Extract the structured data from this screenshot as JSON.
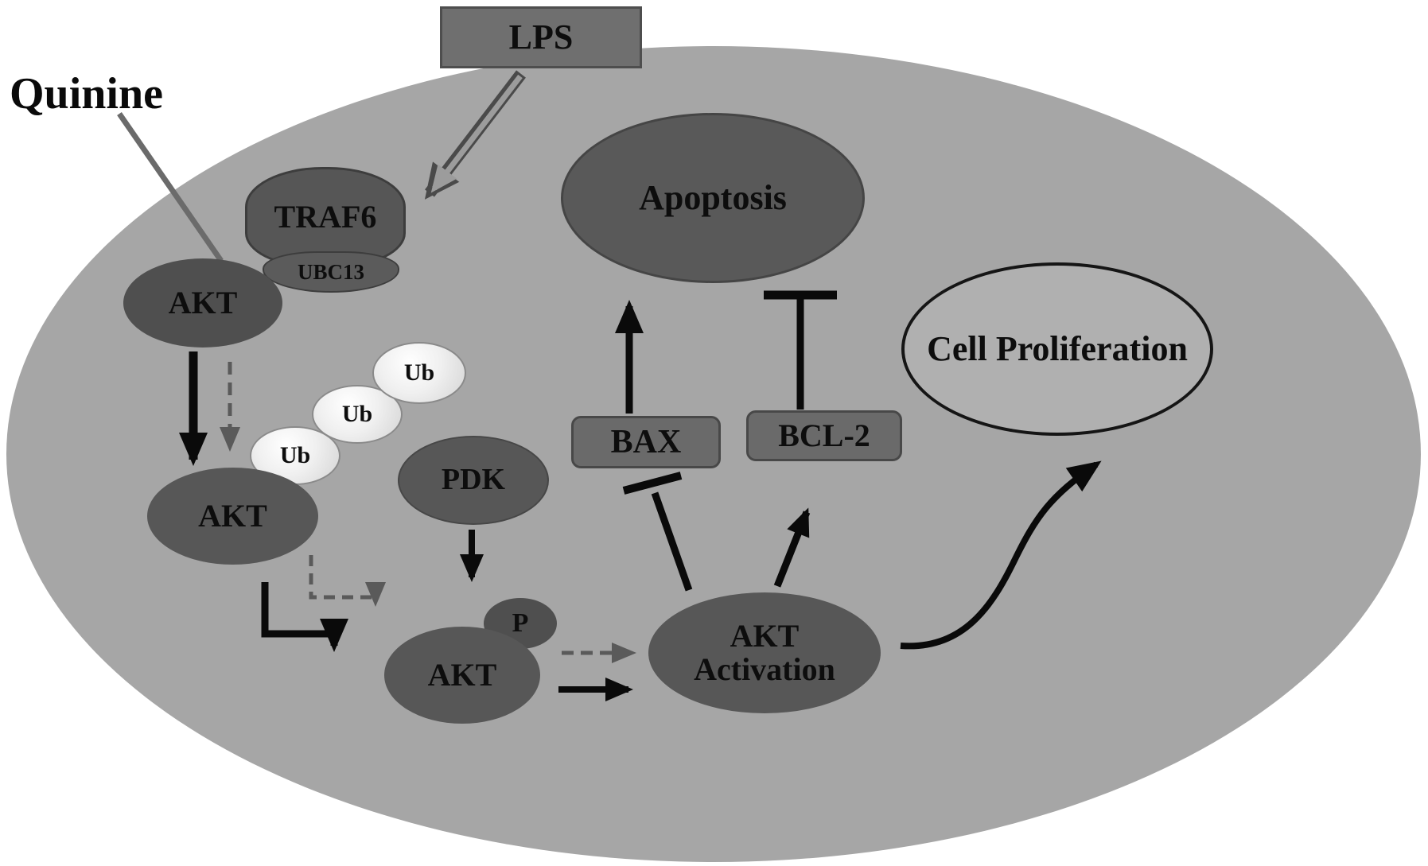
{
  "figure": {
    "description_hint": "LPS / AKT signalling pathway schematic inside a cell"
  },
  "colors": {
    "cell_fill": "#a6a6a6",
    "node_dark_fill": "#575757",
    "process_box_fill": "#6a6a6a",
    "lps_box_fill": "#6f6f6f",
    "ub_fill": "#f2f2f2",
    "proliferation_fill": "#b0b0b0",
    "arrow_black": "#0a0a0a",
    "arrow_gray": "#5a5a5a",
    "lps_arrow_gray": "#9c9c9c"
  },
  "nodes": {
    "quinine": {
      "label": "Quinine"
    },
    "lps": {
      "label": "LPS"
    },
    "traf6": {
      "label": "TRAF6"
    },
    "ubc13": {
      "label": "UBC13"
    },
    "akt_top": {
      "label": "AKT"
    },
    "akt_ubiquitinated": {
      "label": "AKT"
    },
    "ub1": {
      "label": "Ub"
    },
    "ub2": {
      "label": "Ub"
    },
    "ub3": {
      "label": "Ub"
    },
    "pdk": {
      "label": "PDK"
    },
    "akt_phospho": {
      "label": "AKT"
    },
    "phospho": {
      "label": "P"
    },
    "akt_activation": {
      "label": "AKT Activation"
    },
    "bax": {
      "label": "BAX"
    },
    "bcl2": {
      "label": "BCL-2"
    },
    "apoptosis": {
      "label": "Apoptosis"
    },
    "cell_proliferation": {
      "label": "Cell Proliferation"
    }
  }
}
